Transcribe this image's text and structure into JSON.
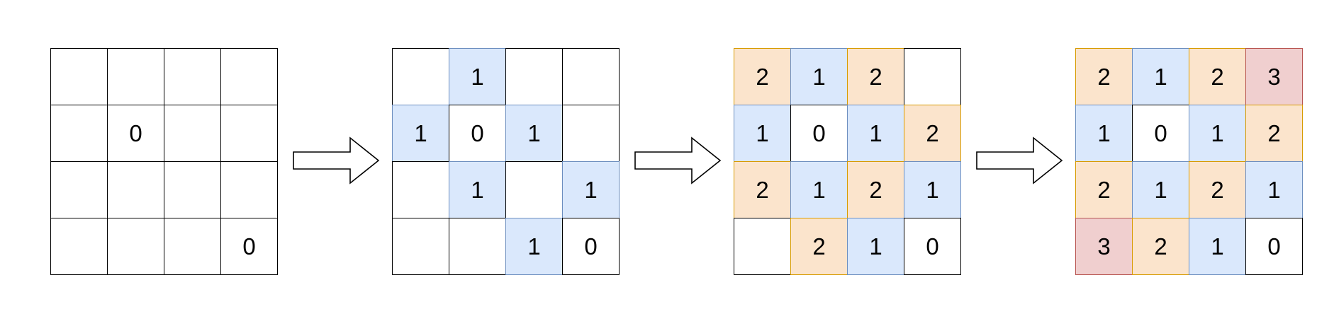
{
  "colors": {
    "empty": {
      "fill": "#ffffff",
      "stroke": "#000000"
    },
    "blue": {
      "fill": "#dae8fc",
      "stroke": "#6c8ebf"
    },
    "orange": {
      "fill": "#fbe4cc",
      "stroke": "#d79b00"
    },
    "red": {
      "fill": "#f0cfcf",
      "stroke": "#b85450"
    }
  },
  "grids": [
    {
      "values": [
        [
          "",
          "",
          "",
          ""
        ],
        [
          "",
          "0",
          "",
          ""
        ],
        [
          "",
          "",
          "",
          ""
        ],
        [
          "",
          "",
          "",
          "0"
        ]
      ],
      "styles": [
        [
          "empty",
          "empty",
          "empty",
          "empty"
        ],
        [
          "empty",
          "empty",
          "empty",
          "empty"
        ],
        [
          "empty",
          "empty",
          "empty",
          "empty"
        ],
        [
          "empty",
          "empty",
          "empty",
          "empty"
        ]
      ]
    },
    {
      "values": [
        [
          "",
          "1",
          "",
          ""
        ],
        [
          "1",
          "0",
          "1",
          ""
        ],
        [
          "",
          "1",
          "",
          "1"
        ],
        [
          "",
          "",
          "1",
          "0"
        ]
      ],
      "styles": [
        [
          "empty",
          "blue",
          "empty",
          "empty"
        ],
        [
          "blue",
          "empty",
          "blue",
          "empty"
        ],
        [
          "empty",
          "blue",
          "empty",
          "blue"
        ],
        [
          "empty",
          "empty",
          "blue",
          "empty"
        ]
      ]
    },
    {
      "values": [
        [
          "2",
          "1",
          "2",
          ""
        ],
        [
          "1",
          "0",
          "1",
          "2"
        ],
        [
          "2",
          "1",
          "2",
          "1"
        ],
        [
          "",
          "2",
          "1",
          "0"
        ]
      ],
      "styles": [
        [
          "orange",
          "blue",
          "orange",
          "empty"
        ],
        [
          "blue",
          "empty",
          "blue",
          "orange"
        ],
        [
          "orange",
          "blue",
          "orange",
          "blue"
        ],
        [
          "empty",
          "orange",
          "blue",
          "empty"
        ]
      ]
    },
    {
      "values": [
        [
          "2",
          "1",
          "2",
          "3"
        ],
        [
          "1",
          "0",
          "1",
          "2"
        ],
        [
          "2",
          "1",
          "2",
          "1"
        ],
        [
          "3",
          "2",
          "1",
          "0"
        ]
      ],
      "styles": [
        [
          "orange",
          "blue",
          "orange",
          "red"
        ],
        [
          "blue",
          "empty",
          "blue",
          "orange"
        ],
        [
          "orange",
          "blue",
          "orange",
          "blue"
        ],
        [
          "red",
          "orange",
          "blue",
          "empty"
        ]
      ]
    }
  ],
  "arrows": [
    {
      "from": 0,
      "to": 1,
      "icon": "right-arrow-icon"
    },
    {
      "from": 1,
      "to": 2,
      "icon": "right-arrow-icon"
    },
    {
      "from": 2,
      "to": 3,
      "icon": "right-arrow-icon"
    }
  ]
}
